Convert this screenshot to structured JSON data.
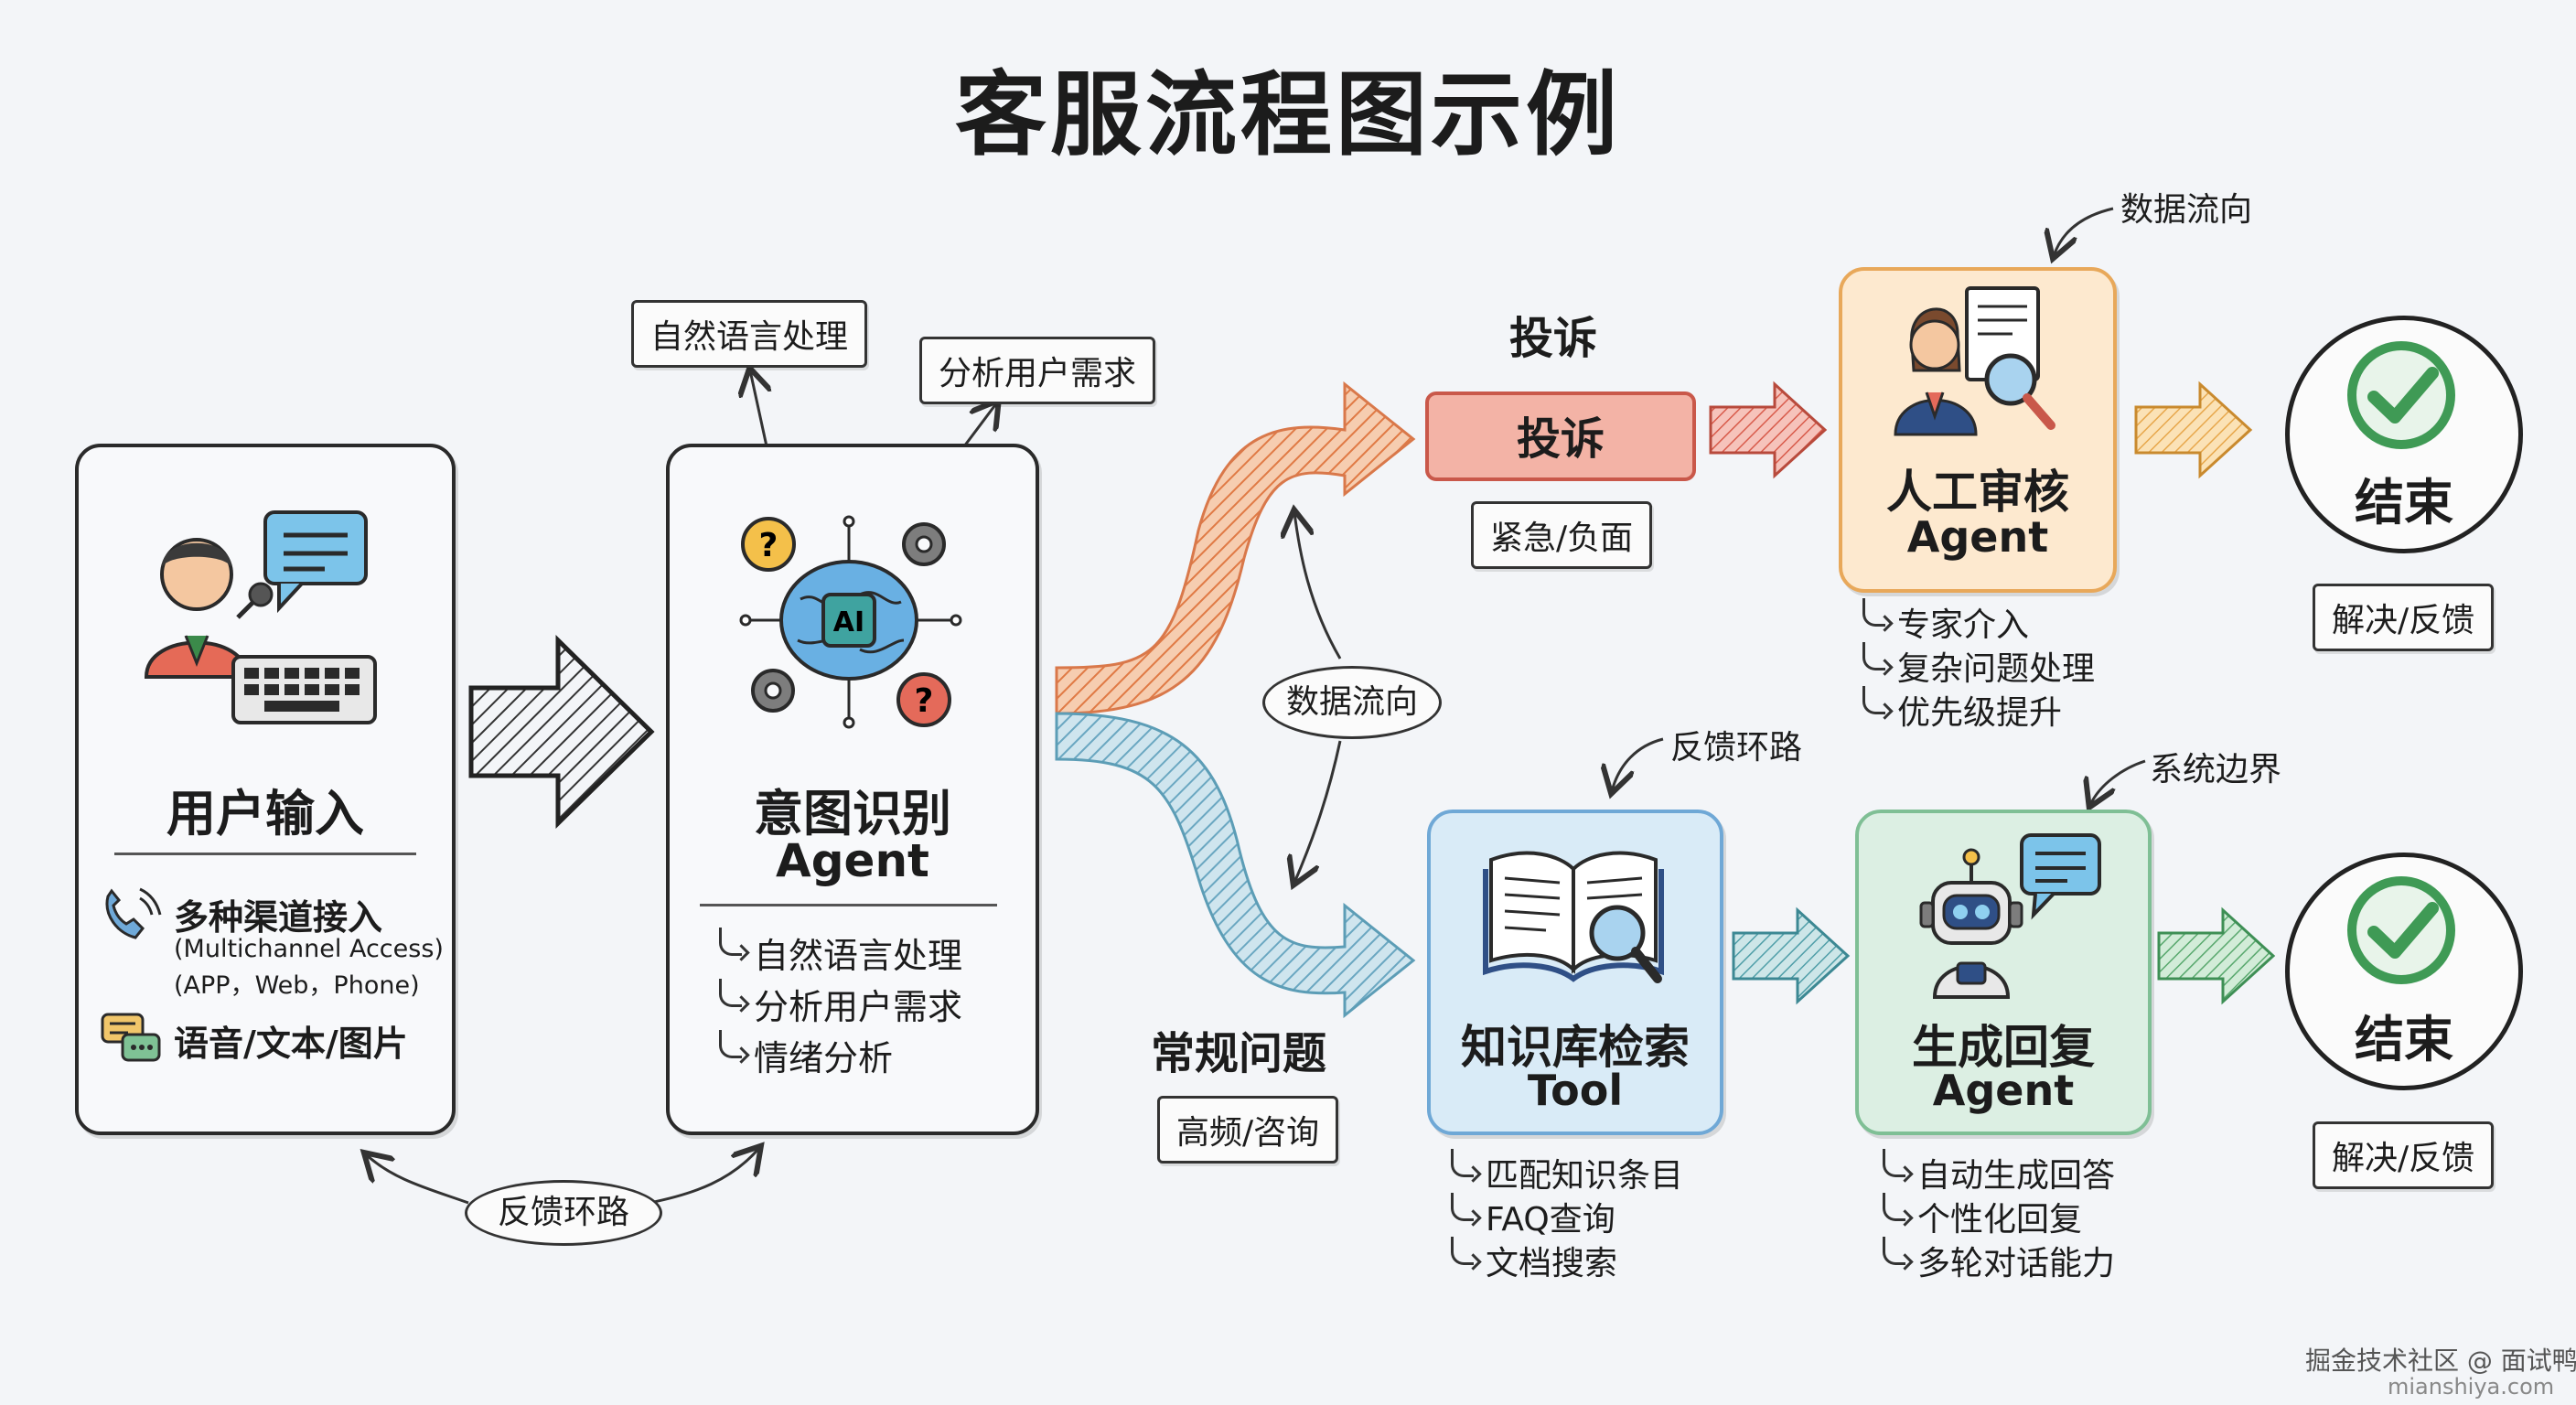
{
  "title": "客服流程图示例",
  "user_input": {
    "title": "用户输入",
    "channel_label": "多种渠道接入",
    "channel_en": "(Multichannel Access)",
    "channel_list": "(APP，Web，Phone)",
    "media_label": "语音/文本/图片"
  },
  "intent": {
    "title": "意图识别",
    "subtitle": "Agent",
    "icon_text": "AI",
    "items": [
      "自然语言处理",
      "分析用户需求",
      "情绪分析"
    ],
    "tag_nlp": "自然语言处理",
    "tag_analyze": "分析用户需求"
  },
  "feedback_loop_bottom": "反馈环路",
  "data_flow_mid": "数据流向",
  "complaint": {
    "heading": "投诉",
    "box_label": "投诉",
    "tag": "紧急/负面"
  },
  "regular": {
    "heading": "常规问题",
    "tag": "高频/咨询"
  },
  "human_review": {
    "title": "人工审核",
    "subtitle": "Agent",
    "items": [
      "专家介入",
      "复杂问题处理",
      "优先级提升"
    ],
    "note": "数据流向"
  },
  "knowledge": {
    "title": "知识库检索",
    "subtitle": "Tool",
    "items": [
      "匹配知识条目",
      "FAQ查询",
      "文档搜索"
    ],
    "note": "反馈环路"
  },
  "generate": {
    "title": "生成回复",
    "subtitle": "Agent",
    "items": [
      "自动生成回答",
      "个性化回复",
      "多轮对话能力"
    ],
    "note": "系统边界"
  },
  "end_top": {
    "label": "结束",
    "tag": "解决/反馈"
  },
  "end_bottom": {
    "label": "结束",
    "tag": "解决/反馈"
  },
  "watermark": {
    "line1": "掘金技术社区 @ 面试鸭鸭",
    "line2": "mianshiya.com"
  },
  "colors": {
    "complaint": "#f3b3a6",
    "complaint_arrow": "#e8895f",
    "review_bg": "#fde9cf",
    "review_border": "#f0b068",
    "knowledge_bg": "#d9ebf7",
    "knowledge_border": "#6fa8d6",
    "generate_bg": "#dcefe3",
    "generate_border": "#7fbf95",
    "regular_arrow": "#7fb6c8",
    "check_green": "#3f9a55"
  }
}
